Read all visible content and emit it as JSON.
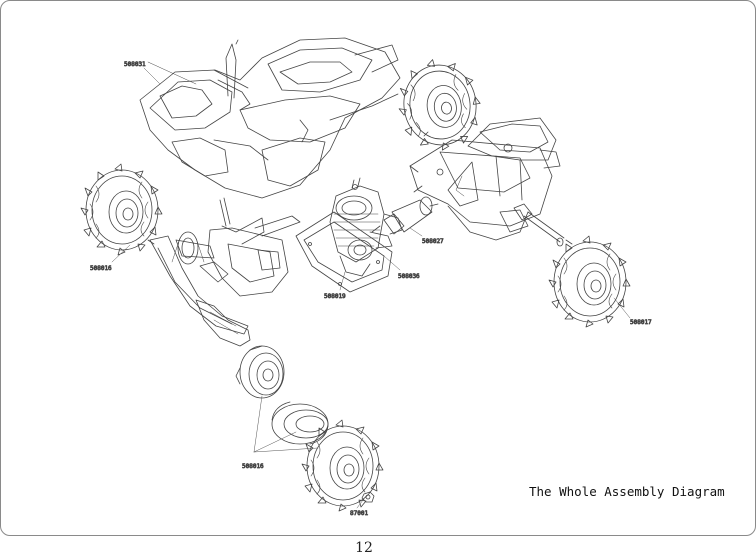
{
  "diagram": {
    "title": "The Whole Assembly Diagram",
    "page_number": "12",
    "parts": [
      {
        "label": "508031",
        "name": "body-shell"
      },
      {
        "label": "508016",
        "name": "front-left-wheel"
      },
      {
        "label": "508019",
        "name": "engine-plate"
      },
      {
        "label": "508036",
        "name": "engine"
      },
      {
        "label": "508027",
        "name": "exhaust-pipe"
      },
      {
        "label": "508017",
        "name": "rear-right-wheel"
      },
      {
        "label": "508016",
        "name": "front-wheel-rim-tire"
      },
      {
        "label": "87001",
        "name": "wheel-nut"
      }
    ]
  },
  "colors": {
    "line": "#444444",
    "frame": "#8a8a8a"
  }
}
